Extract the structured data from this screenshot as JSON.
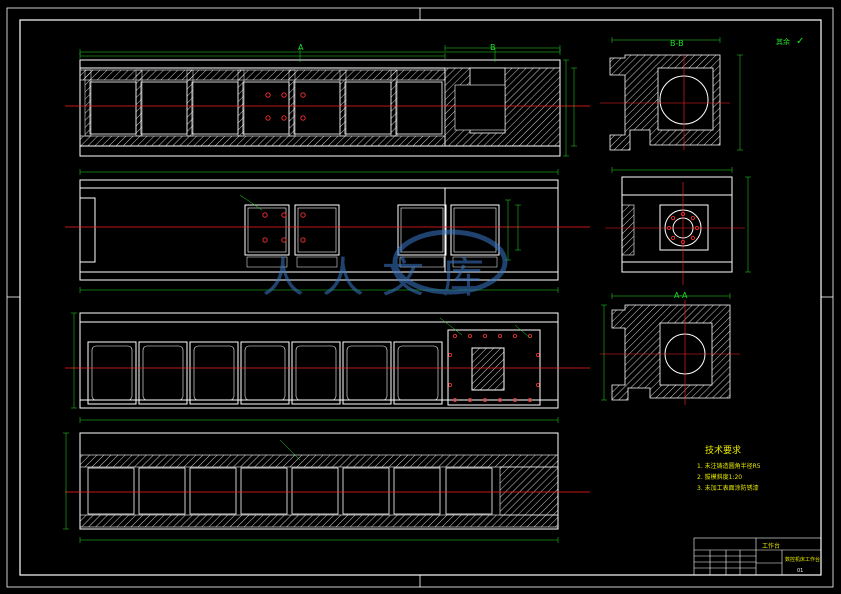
{
  "drawing": {
    "section_label_a": "A",
    "section_label_b": "B",
    "section_label_bb": "B-B",
    "section_label_aa": "A-A",
    "roughness_label": "其余",
    "notes_title": "技术要求",
    "notes": [
      "1. 未注铸造圆角半径R5",
      "2. 拔模斜度1:20",
      "3. 未加工表面涂防锈漆"
    ],
    "title_block": {
      "part_name": "工作台",
      "drawing_name": "数控机床工作台",
      "sheet": "01"
    },
    "watermark": "人人文库"
  },
  "colors": {
    "background": "#000000",
    "outline": "#ffffff",
    "dimension": "#22dd22",
    "centerline": "#ff2020",
    "text_yellow": "#e8e800",
    "hatch": "#ffffff",
    "hole": "#ff3030"
  }
}
